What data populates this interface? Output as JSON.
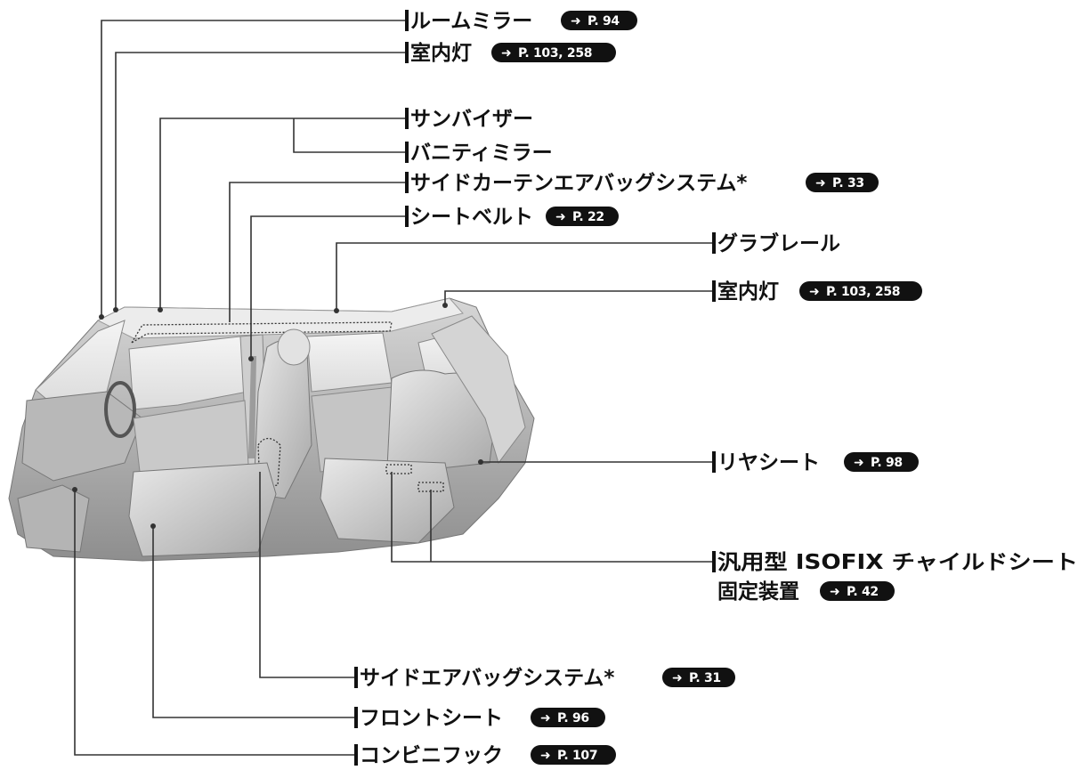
{
  "labels": [
    {
      "id": "room-mirror",
      "text": "ルームミラー",
      "ref": "P. 94"
    },
    {
      "id": "interior-light-front",
      "text": "室内灯",
      "ref": "P. 103, 258"
    },
    {
      "id": "sun-visor",
      "text": "サンバイザー",
      "ref": ""
    },
    {
      "id": "vanity-mirror",
      "text": "バニティミラー",
      "ref": ""
    },
    {
      "id": "curtain-airbag",
      "text": "サイドカーテンエアバッグシステム*",
      "ref": "P. 33"
    },
    {
      "id": "seat-belt",
      "text": "シートベルト",
      "ref": "P. 22"
    },
    {
      "id": "grab-rail",
      "text": "グラブレール",
      "ref": ""
    },
    {
      "id": "interior-light-rear",
      "text": "室内灯",
      "ref": "P. 103, 258"
    },
    {
      "id": "rear-seat",
      "text": "リヤシート",
      "ref": "P. 98"
    },
    {
      "id": "isofix",
      "text": "汎用型 ISOFIX チャイルドシート",
      "text2": "固定装置",
      "ref": "P. 42"
    },
    {
      "id": "side-airbag",
      "text": "サイドエアバッグシステム*",
      "ref": "P. 31"
    },
    {
      "id": "front-seat",
      "text": "フロントシート",
      "ref": "P. 96"
    },
    {
      "id": "combination-hook",
      "text": "コンビニフック",
      "ref": "P. 107"
    }
  ]
}
